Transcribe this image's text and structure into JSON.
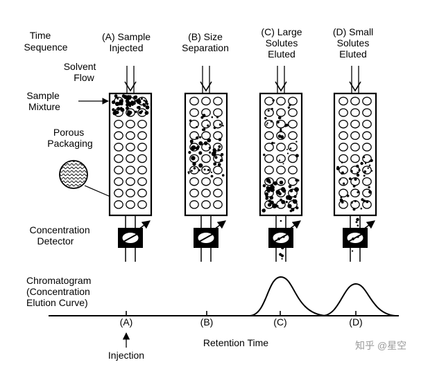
{
  "labels": {
    "time_sequence": [
      "Time",
      "Sequence"
    ],
    "solvent_flow": [
      "Solvent",
      "Flow"
    ],
    "sample_mixture": [
      "Sample",
      "Mixture"
    ],
    "porous_packaging": [
      "Porous",
      "Packaging"
    ],
    "concentration_detector": [
      "Concentration",
      "Detector"
    ],
    "chromatogram": [
      "Chromatogram",
      "(Concentration",
      "Elution Curve)"
    ],
    "injection": "Injection",
    "retention_time": "Retention Time"
  },
  "stages": [
    {
      "id": "A",
      "heading": [
        "(A) Sample",
        "Injected"
      ],
      "axis_label": "(A)"
    },
    {
      "id": "B",
      "heading": [
        "(B) Size",
        "Separation"
      ],
      "axis_label": "(B)"
    },
    {
      "id": "C",
      "heading": [
        "(C) Large",
        "Solutes",
        "Eluted"
      ],
      "axis_label": "(C)"
    },
    {
      "id": "D",
      "heading": [
        "(D) Small",
        "Solutes",
        "Eluted"
      ],
      "axis_label": "(D)"
    }
  ],
  "watermark": "知乎 @星空"
}
